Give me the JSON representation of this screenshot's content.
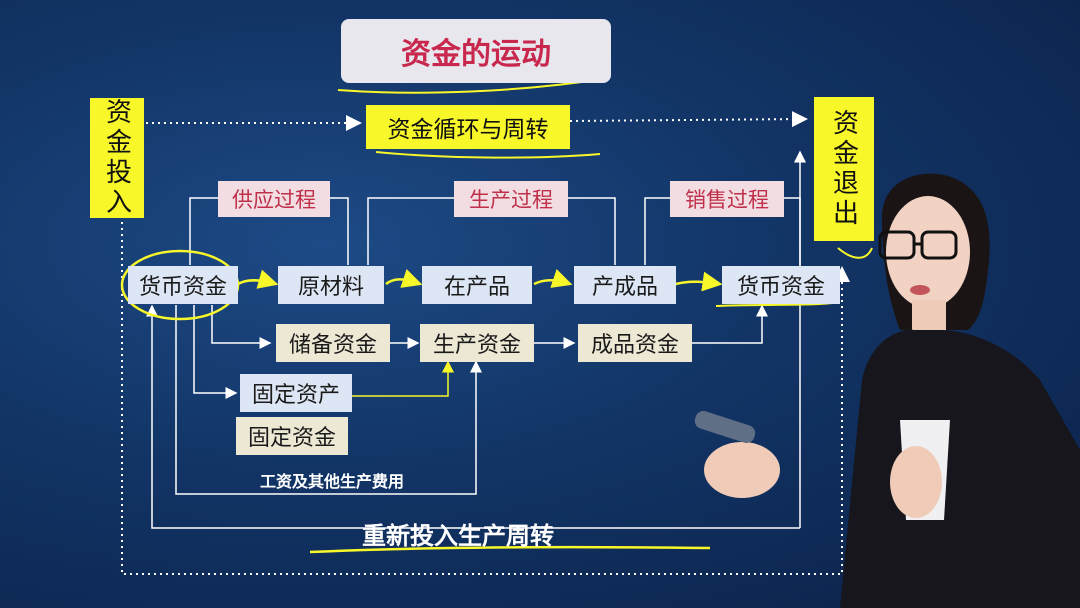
{
  "diagram": {
    "title": "资金的运动",
    "invest": "资金投入",
    "cycle": "资金循环与周转",
    "exit": "资金退出",
    "processes": [
      "供应过程",
      "生产过程",
      "销售过程"
    ],
    "main_flow": [
      "货币资金",
      "原材料",
      "在产品",
      "产成品",
      "货币资金"
    ],
    "funds": [
      "储备资金",
      "生产资金",
      "成品资金"
    ],
    "fixed_asset": "固定资产",
    "fixed_fund": "固定资金",
    "wages_note": "工资及其他生产费用",
    "reinvest": "重新投入生产周转"
  },
  "colors": {
    "background": "#123465",
    "accent_yellow": "#f7f72a",
    "title_red": "#c8284d",
    "blue_box": "#dde6f4",
    "cream_box": "#ece8d4"
  }
}
